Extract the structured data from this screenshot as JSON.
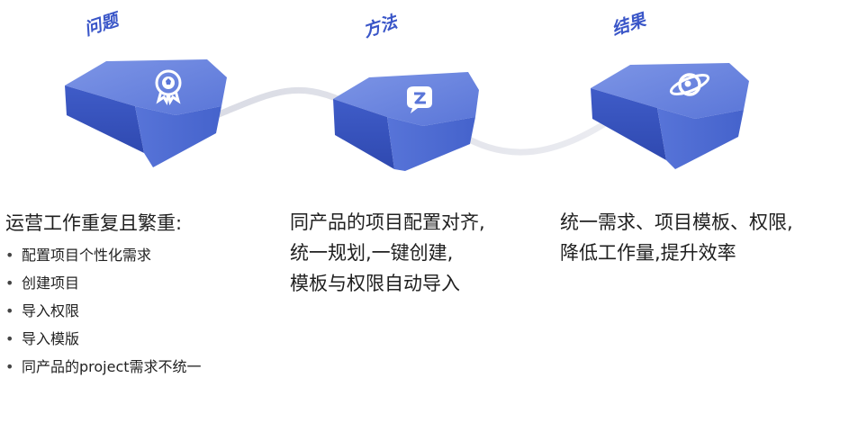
{
  "stages": [
    {
      "label": "问题",
      "icon": "award-badge-icon",
      "lines": [
        "运营工作重复且繁重:"
      ],
      "bullets": [
        "配置项目个性化需求",
        "创建项目",
        "导入权限",
        "导入模版",
        "同产品的project需求不统一"
      ]
    },
    {
      "label": "方法",
      "icon": "chat-bubble-icon",
      "lines": [
        "同产品的项目配置对齐,",
        "统一规划,一键创建,",
        "模板与权限自动导入"
      ]
    },
    {
      "label": "结果",
      "icon": "planet-icon",
      "lines": [
        "统一需求、项目模板、权限,",
        "降低工作量,提升效率"
      ]
    }
  ],
  "colors": {
    "accent": "#3a56c8",
    "block_top": "#6b86de",
    "block_left": "#3d5bc6",
    "block_right": "#4e6ed6"
  }
}
